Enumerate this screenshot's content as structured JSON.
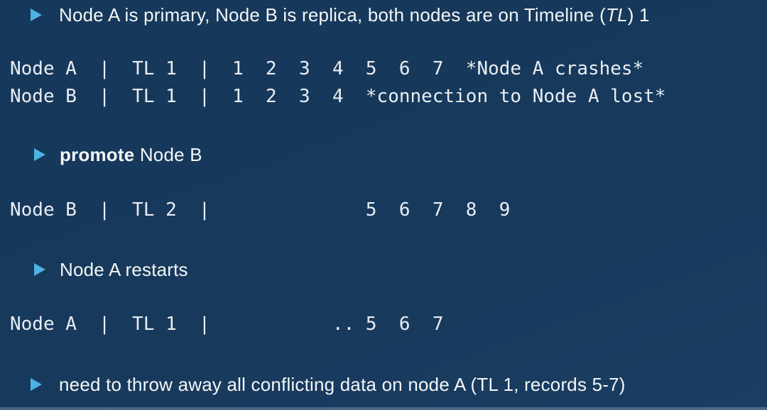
{
  "colors": {
    "background": "#17395c",
    "accent": "#4cb1e4",
    "bullet_text": "#f4f7fa",
    "console_text": "#e9eef4"
  },
  "icons": {
    "bullet": "triangle-right-icon"
  },
  "bullets": {
    "b1": {
      "pre": "Node A is primary, Node B is replica, both nodes are on Timeline (",
      "italic": "TL",
      "post": ") 1"
    },
    "b2": {
      "bold": "promote",
      "rest": " Node B"
    },
    "b3": {
      "text": "Node A restarts"
    },
    "b4": {
      "text": "need to throw away all conflicting data on node A (TL 1, records 5-7)"
    }
  },
  "console": {
    "node_a_tl1": "Node A  |  TL 1  |  1  2  3  4  5  6  7  *Node A crashes*",
    "node_b_tl1": "Node B  |  TL 1  |  1  2  3  4  *connection to Node A lost*",
    "node_b_tl2": "Node B  |  TL 2  |              5  6  7  8  9",
    "node_a_tl1_restart": "Node A  |  TL 1  |           .. 5  6  7"
  }
}
